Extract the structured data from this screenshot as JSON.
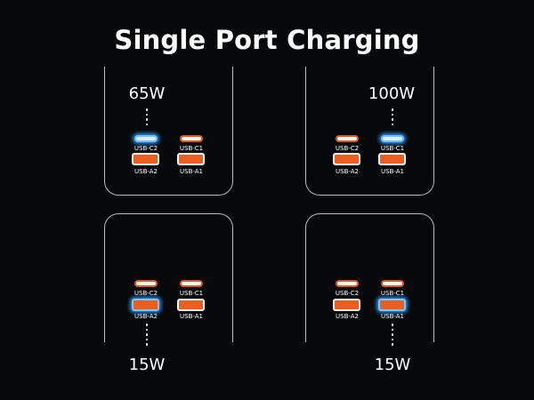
{
  "title": "Single Port Charging",
  "panels": [
    {
      "watt": "65W",
      "c2": "USB-C2",
      "c1": "USB-C1",
      "a2": "USB-A2",
      "a1": "USB-A1",
      "active_port": "USB-C2"
    },
    {
      "watt": "100W",
      "c2": "USB-C2",
      "c1": "USB-C1",
      "a2": "USB-A2",
      "a1": "USB-A1",
      "active_port": "USB-C1"
    },
    {
      "watt": "15W",
      "c2": "USB-C2",
      "c1": "USB-C1",
      "a2": "USB-A2",
      "a1": "USB-A1",
      "active_port": "USB-A2"
    },
    {
      "watt": "15W",
      "c2": "USB-C2",
      "c1": "USB-C1",
      "a2": "USB-A2",
      "a1": "USB-A1",
      "active_port": "USB-A1"
    }
  ],
  "colors": {
    "background": "#07080a",
    "port_orange": "#e85f21",
    "highlight_blue": "#2f8fea",
    "outline": "#b8bcc4"
  }
}
